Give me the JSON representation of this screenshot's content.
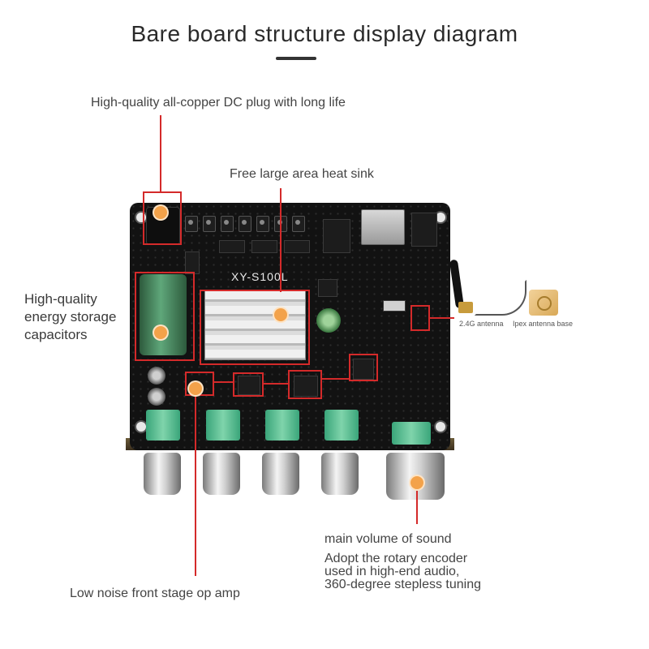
{
  "title": "Bare board structure display diagram",
  "labels": {
    "dc_plug": "High-quality all-copper DC plug with long life",
    "heat_sink": "Free large area heat sink",
    "capacitors_line1": "High-quality",
    "capacitors_line2": "energy storage",
    "capacitors_line3": "capacitors",
    "op_amp": "Low noise front stage op amp",
    "volume_title": "main volume of sound",
    "volume_line1": "Adopt the rotary encoder",
    "volume_line2": "used in high-end audio,",
    "volume_line3": "360-degree stepless tuning",
    "antenna": "2.4G antenna",
    "ipex": "Ipex antenna base"
  },
  "board": {
    "model": "XY-S100L"
  },
  "colors": {
    "accent_line": "#d42a2a",
    "marker_dot": "#f3a24a"
  }
}
